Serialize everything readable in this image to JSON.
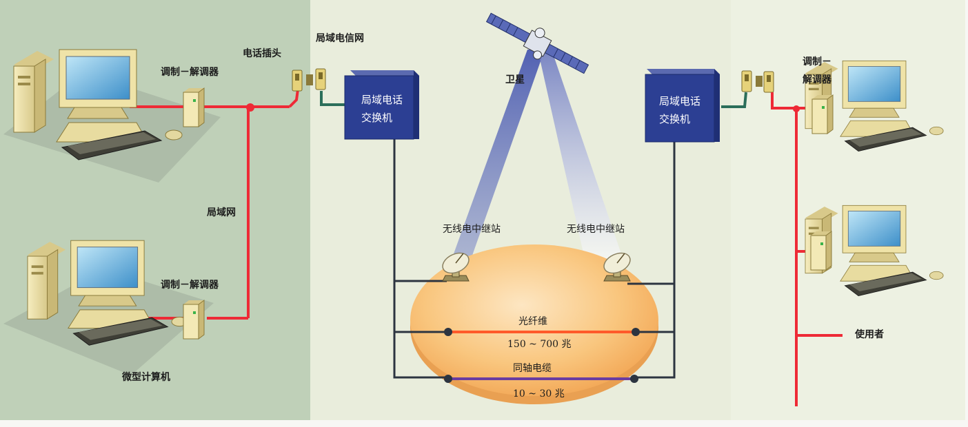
{
  "labels": {
    "phone_plug": "电话插头",
    "lan_telecom": "局域电信网",
    "modem_top_left": "调制－解调器",
    "modem_bottom_left": "调制－解调器",
    "lan": "局域网",
    "microcomputer": "微型计算机",
    "satellite": "卫星",
    "relay_left": "无线电中继站",
    "relay_right": "无线电中继站",
    "exchange_left": [
      "局域电话",
      "交换机"
    ],
    "exchange_right": [
      "局域电话",
      "交换机"
    ],
    "fiber": "光纤维",
    "fiber_speed": "150 ~ 700 兆",
    "coax": "同轴电缆",
    "coax_speed": "10 ~ 30 兆",
    "modem_right": [
      "调制－",
      "解调器"
    ],
    "user": "使用者"
  },
  "colors": {
    "left_panel": "#bfd0b8",
    "center_panel": "#e9eddc",
    "right_panel": "#edf1e2",
    "lan_line": "#ee2a36",
    "exchange_box": "#2c3f93",
    "disc": "#f7b866",
    "fiber_line": "#ff5a2a",
    "coax_line": "#6a3ca0",
    "connector": "#2b6e5a",
    "beam": "#5565b8"
  }
}
